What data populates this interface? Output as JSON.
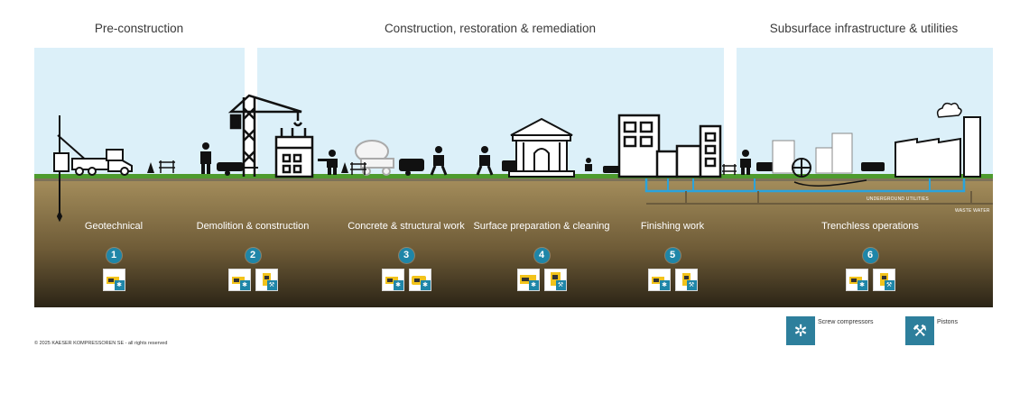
{
  "phases": [
    {
      "title": "Pre-construction"
    },
    {
      "title": "Construction, restoration & remediation"
    },
    {
      "title": "Subsurface infrastructure & utilities"
    }
  ],
  "steps": [
    {
      "number": "1",
      "label": "Geotechnical",
      "tiles": [
        "screw"
      ]
    },
    {
      "number": "2",
      "label": "Demolition & construction",
      "tiles": [
        "screw",
        "piston"
      ]
    },
    {
      "number": "3",
      "label": "Concrete & structural work",
      "tiles": [
        "screw",
        "screw"
      ]
    },
    {
      "number": "4",
      "label": "Surface preparation & cleaning",
      "tiles": [
        "screw",
        "piston"
      ]
    },
    {
      "number": "5",
      "label": "Finishing work",
      "tiles": [
        "screw",
        "piston"
      ]
    },
    {
      "number": "6",
      "label": "Trenchless operations",
      "tiles": [
        "screw",
        "piston"
      ]
    }
  ],
  "ground_tags": {
    "underground": "UNDERGROUND UTILITIES",
    "waste": "WASTE WATER"
  },
  "legend": {
    "screw": "Screw compressors",
    "piston": "Pistons"
  },
  "colors": {
    "sky": "#d9eef8",
    "grass": "#4e9b2e",
    "soil_top": "#a08a5a",
    "soil_bottom": "#2b2416",
    "pipe": "#2aa3dc",
    "accent": "#1f86a8",
    "icon_yellow": "#f2c31b"
  },
  "copyright": "© 2025 KAESER KOMPRESSOREN SE - all rights reserved"
}
